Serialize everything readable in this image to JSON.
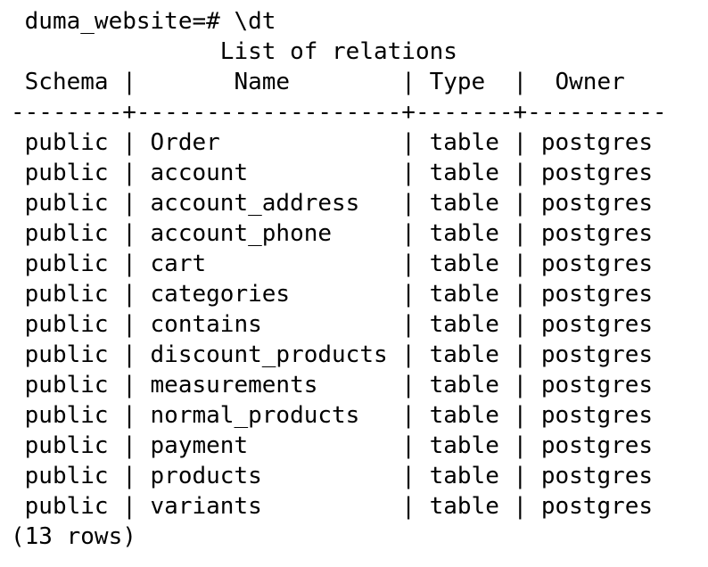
{
  "prompt": "duma_website=# \\dt",
  "title": "List of relations",
  "columns": [
    "Schema",
    "Name",
    "Type",
    "Owner"
  ],
  "rows": [
    [
      "public",
      "Order",
      "table",
      "postgres"
    ],
    [
      "public",
      "account",
      "table",
      "postgres"
    ],
    [
      "public",
      "account_address",
      "table",
      "postgres"
    ],
    [
      "public",
      "account_phone",
      "table",
      "postgres"
    ],
    [
      "public",
      "cart",
      "table",
      "postgres"
    ],
    [
      "public",
      "categories",
      "table",
      "postgres"
    ],
    [
      "public",
      "contains",
      "table",
      "postgres"
    ],
    [
      "public",
      "discount_products",
      "table",
      "postgres"
    ],
    [
      "public",
      "measurements",
      "table",
      "postgres"
    ],
    [
      "public",
      "normal_products",
      "table",
      "postgres"
    ],
    [
      "public",
      "payment",
      "table",
      "postgres"
    ],
    [
      "public",
      "products",
      "table",
      "postgres"
    ],
    [
      "public",
      "variants",
      "table",
      "postgres"
    ]
  ],
  "footer": "(13 rows)"
}
